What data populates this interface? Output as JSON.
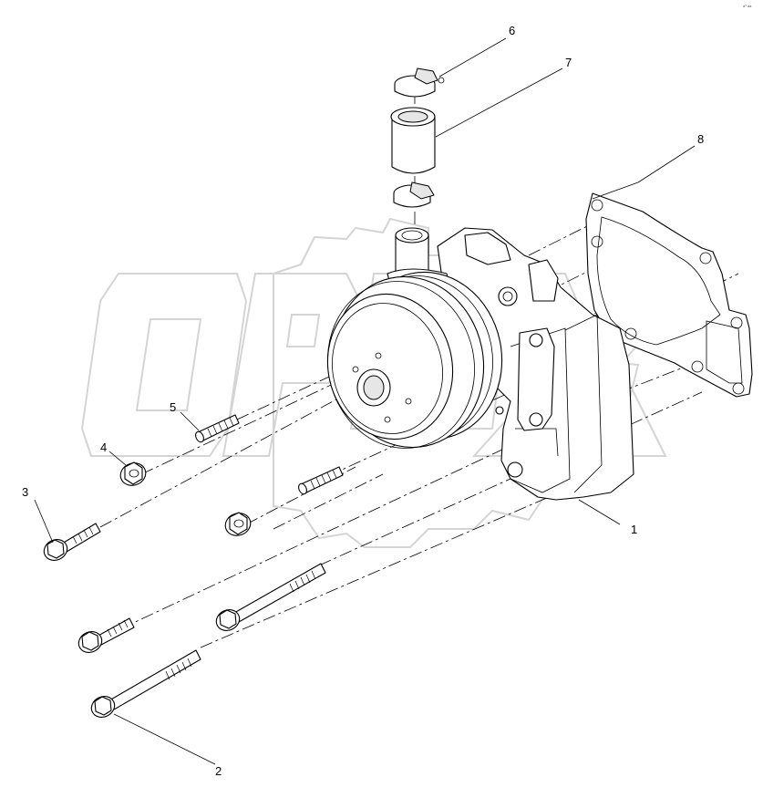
{
  "callouts": [
    {
      "id": "1",
      "text": "1"
    },
    {
      "id": "2",
      "text": "2"
    },
    {
      "id": "3",
      "text": "3"
    },
    {
      "id": "4",
      "text": "4"
    },
    {
      "id": "5",
      "text": "5"
    },
    {
      "id": "6",
      "text": "6"
    },
    {
      "id": "7",
      "text": "7"
    },
    {
      "id": "8",
      "text": "8"
    }
  ],
  "corner_mark": "a⁰ aa",
  "watermark": {
    "text": "OPEX",
    "color": "#d4d4d4"
  },
  "line_color": "#000000",
  "parts": [
    {
      "no": "1",
      "name": "water-pump-assembly"
    },
    {
      "no": "2",
      "name": "long-flange-bolt"
    },
    {
      "no": "3",
      "name": "flange-bolt"
    },
    {
      "no": "4",
      "name": "flange-nut"
    },
    {
      "no": "5",
      "name": "stud"
    },
    {
      "no": "6",
      "name": "hose-clamp"
    },
    {
      "no": "7",
      "name": "hose"
    },
    {
      "no": "8",
      "name": "gasket"
    }
  ]
}
